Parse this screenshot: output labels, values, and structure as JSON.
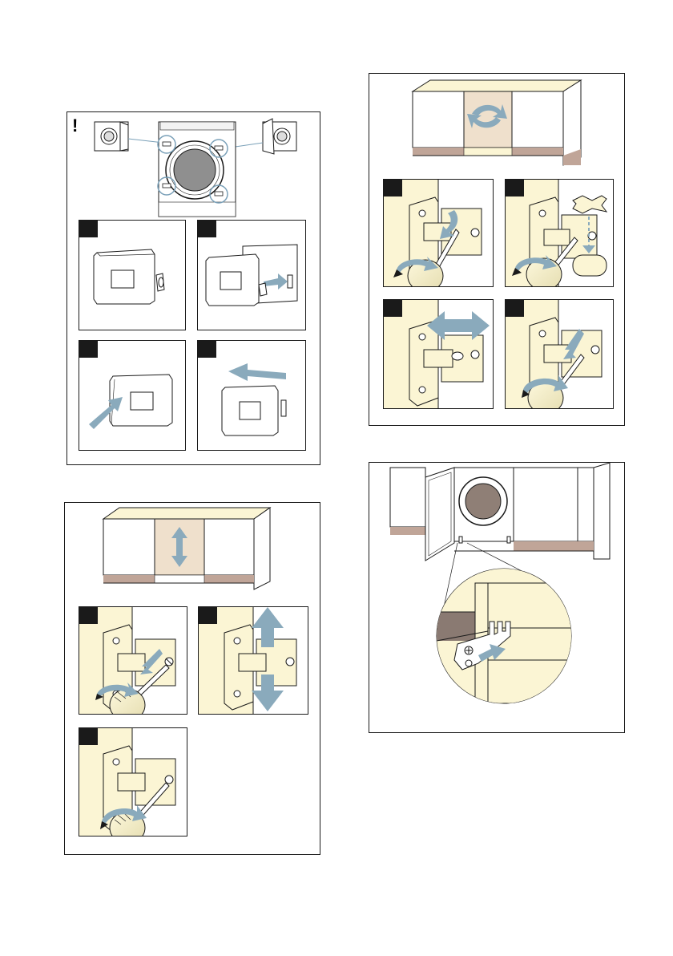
{
  "page": {
    "warning_mark": "!"
  },
  "colors": {
    "cream": "#fbf5d4",
    "arrow": "#8aaabc",
    "plinth": "#c0a598",
    "panel_tan": "#efe0cc",
    "line": "#1a1a1a"
  },
  "icons": {
    "figure_a": "door-hinge-plate-assembly",
    "figure_b": "door-height-adjustment",
    "figure_c": "door-tilt-adjustment",
    "figure_d": "plinth-clip-detail"
  }
}
